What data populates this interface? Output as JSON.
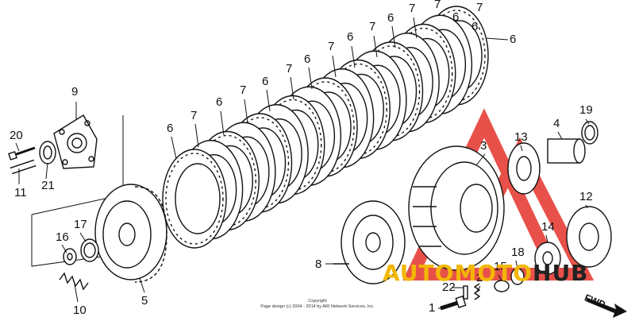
{
  "diagram": {
    "callouts": [
      {
        "id": "c6a",
        "text": "6"
      },
      {
        "id": "c7a",
        "text": "7"
      },
      {
        "id": "c6b",
        "text": "6"
      },
      {
        "id": "c7b",
        "text": "7"
      },
      {
        "id": "c6c",
        "text": "6"
      },
      {
        "id": "c7c",
        "text": "7"
      },
      {
        "id": "c6d",
        "text": "6"
      },
      {
        "id": "c7d",
        "text": "7"
      },
      {
        "id": "c6e",
        "text": "6"
      },
      {
        "id": "c7e",
        "text": "7"
      },
      {
        "id": "c6f",
        "text": "6"
      },
      {
        "id": "c7f",
        "text": "7"
      },
      {
        "id": "c6g",
        "text": "6"
      },
      {
        "id": "c7g",
        "text": "7"
      },
      {
        "id": "c6h",
        "text": "6"
      },
      {
        "id": "c7h",
        "text": "7"
      },
      {
        "id": "c6i",
        "text": "6"
      },
      {
        "id": "c9",
        "text": "9"
      },
      {
        "id": "c20",
        "text": "20"
      },
      {
        "id": "c11",
        "text": "11"
      },
      {
        "id": "c21",
        "text": "21"
      },
      {
        "id": "c16",
        "text": "16"
      },
      {
        "id": "c17",
        "text": "17"
      },
      {
        "id": "c10",
        "text": "10"
      },
      {
        "id": "c5",
        "text": "5"
      },
      {
        "id": "c3",
        "text": "3"
      },
      {
        "id": "c13",
        "text": "13"
      },
      {
        "id": "c4",
        "text": "4"
      },
      {
        "id": "c19",
        "text": "19"
      },
      {
        "id": "c12",
        "text": "12"
      },
      {
        "id": "c14",
        "text": "14"
      },
      {
        "id": "c8",
        "text": "8"
      },
      {
        "id": "c15",
        "text": "15"
      },
      {
        "id": "c18",
        "text": "18"
      },
      {
        "id": "c22",
        "text": "22"
      },
      {
        "id": "c2",
        "text": "2"
      },
      {
        "id": "c1",
        "text": "1"
      }
    ],
    "copyright": {
      "line1": "Copyright",
      "line2": "Page design (c) 2004 - 2014 by ARI Network Services, Inc."
    },
    "fwd_label": "FWD"
  },
  "watermark": {
    "text_part1": "AUTOMOTO",
    "text_part2": "HUB",
    "colors": {
      "accent": "#e5332a",
      "yellow": "#f2b705",
      "dark": "#222222"
    }
  }
}
